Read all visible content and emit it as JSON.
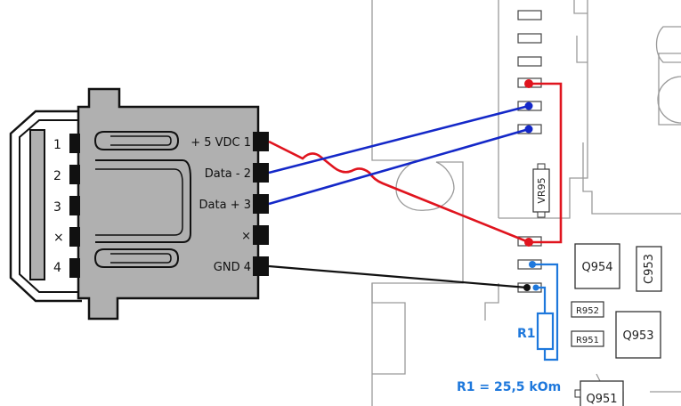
{
  "connector": {
    "left_pins": [
      "1",
      "2",
      "3",
      "×",
      "4"
    ],
    "right_pins": [
      "+ 5 VDC 1",
      "Data - 2",
      "Data + 3",
      "×",
      "GND 4"
    ]
  },
  "pcb": {
    "components": [
      "VR95",
      "Q954",
      "C953",
      "R952",
      "R951",
      "Q953",
      "Q951"
    ]
  },
  "resistor": {
    "label": "R1",
    "value_text": "R1 = 25,5 kOm"
  },
  "colors": {
    "power_wire": "#e0141e",
    "data_wire": "#1428c8",
    "ground_wire": "#111111",
    "resistor": "#1e78dc",
    "pcb_outline": "#9a9a9a",
    "body": "#b0b0b0"
  }
}
